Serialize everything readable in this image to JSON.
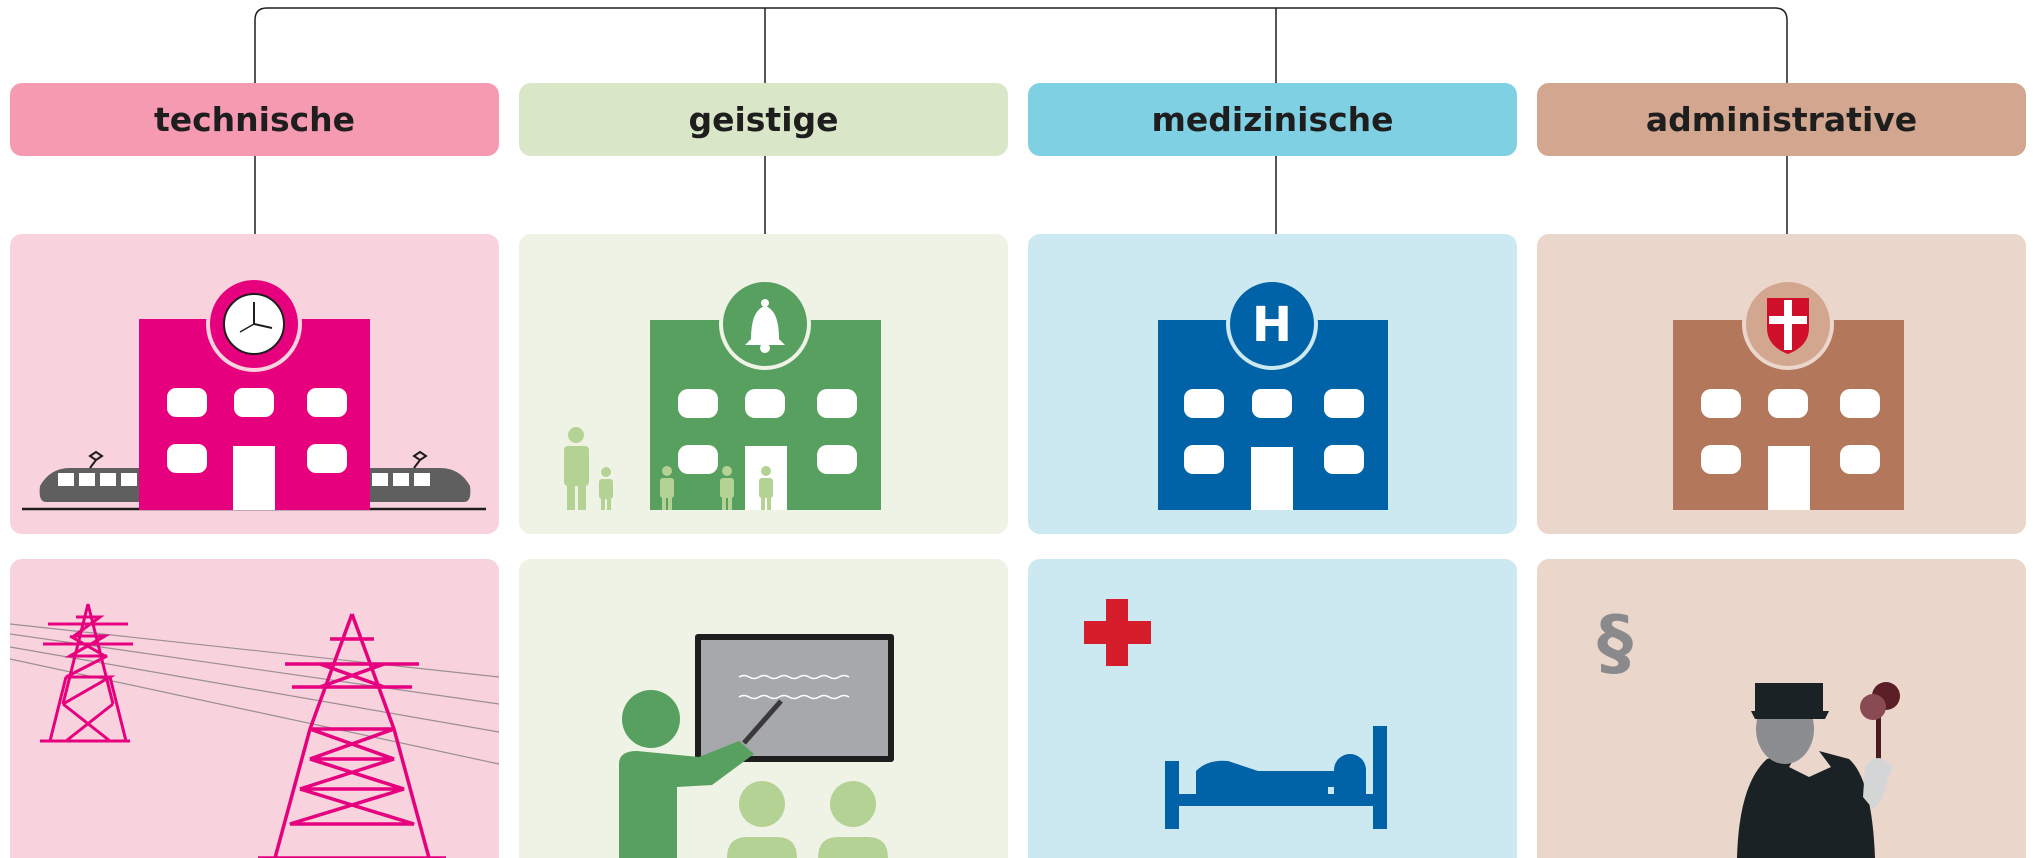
{
  "categories": [
    {
      "id": "technische",
      "label": "technische",
      "header_color": "#f59ab0",
      "panel_color": "#f8d3dd",
      "accent": "#e6007e"
    },
    {
      "id": "geistige",
      "label": "geistige",
      "header_color": "#d9e6c8",
      "panel_color": "#eef3e6",
      "accent": "#57a060"
    },
    {
      "id": "medizinische",
      "label": "medizinische",
      "header_color": "#80d0e4",
      "panel_color": "#cce9f2",
      "accent": "#0062a7"
    },
    {
      "id": "administrative",
      "label": "administrative",
      "header_color": "#d3a68f",
      "panel_color": "#ead6ca",
      "accent": "#b3775b"
    }
  ],
  "icons": {
    "hospital_letter": "H",
    "paragraph_symbol": "§"
  }
}
